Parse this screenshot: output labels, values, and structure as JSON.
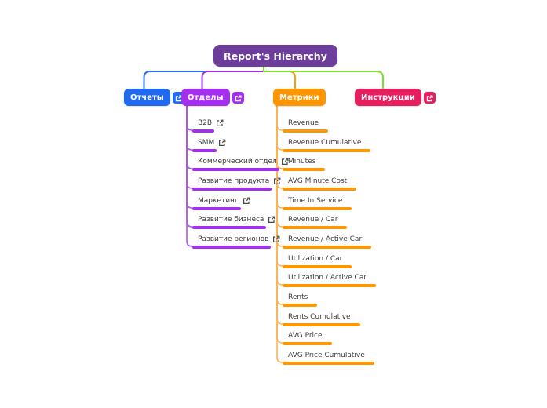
{
  "page": {
    "background": "#ffffff"
  },
  "root": {
    "label": "Report's Hierarchy",
    "color": "#6c3d9a"
  },
  "branches": [
    {
      "label": "Отчеты",
      "color": "#2169f0",
      "connector_color": "#2f6df2",
      "has_link_button": true,
      "children": []
    },
    {
      "label": "Отделы",
      "color": "#a52ff0",
      "connector_color": "#a52ff0",
      "tree_line_color": "#b152ee",
      "has_link_button": true,
      "children": [
        {
          "label": "B2B",
          "has_link_icon": true
        },
        {
          "label": "SMM",
          "has_link_icon": true
        },
        {
          "label": "Коммерческий отдел",
          "has_link_icon": true
        },
        {
          "label": "Развитие продукта",
          "has_link_icon": true
        },
        {
          "label": "Маркетинг",
          "has_link_icon": true
        },
        {
          "label": "Развитие бизнеса",
          "has_link_icon": true
        },
        {
          "label": "Развитие регионов",
          "has_link_icon": true
        }
      ]
    },
    {
      "label": "Метрики",
      "color": "#ff9500",
      "connector_color": "#ffa000",
      "tree_line_color": "#ffb255",
      "has_link_button": false,
      "children": [
        {
          "label": "Revenue"
        },
        {
          "label": "Revenue Cumulative"
        },
        {
          "label": "Minutes"
        },
        {
          "label": "AVG Minute Cost"
        },
        {
          "label": "Time In Service"
        },
        {
          "label": "Revenue / Car"
        },
        {
          "label": "Revenue / Active Car"
        },
        {
          "label": "Utilization / Car"
        },
        {
          "label": "Utilization / Active Car"
        },
        {
          "label": "Rents"
        },
        {
          "label": "Rents Cumulative"
        },
        {
          "label": "AVG Price"
        },
        {
          "label": "AVG Price Cumulative"
        }
      ]
    },
    {
      "label": "Инструкции",
      "color": "#e61e5e",
      "connector_color": "#7fdd2e",
      "has_link_button": true,
      "children": []
    }
  ],
  "icons": {
    "external_link_leaf": "external-link-icon (gray outline square with arrow)",
    "external_link_button": "external-link-icon (white glyph on colored rounded square)"
  }
}
